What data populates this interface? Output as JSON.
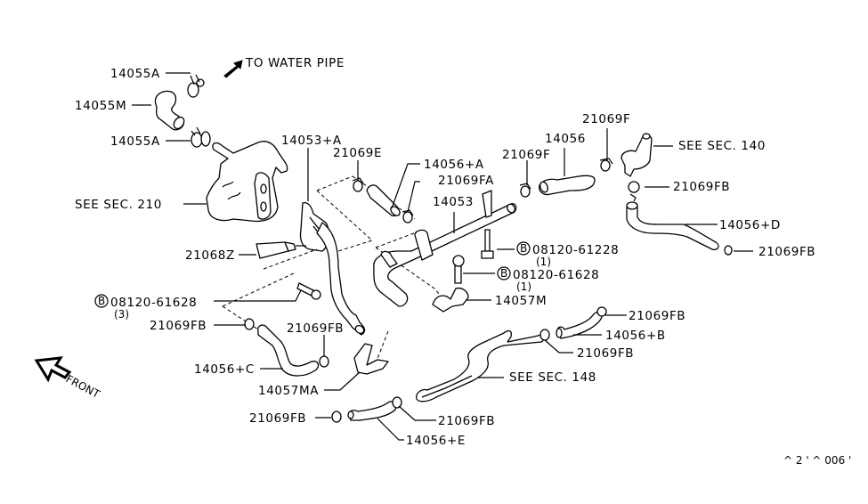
{
  "diagram": {
    "title": "Water hose & piping parts diagram",
    "direction_note": "TO WATER PIPE",
    "orientation_label": "FRONT",
    "figure_code": "^ 2 ' ^ 006 '",
    "callouts": [
      {
        "id": "c1",
        "text": "14055A"
      },
      {
        "id": "c2",
        "text": "14055M"
      },
      {
        "id": "c3",
        "text": "14055A"
      },
      {
        "id": "c4",
        "text": "14053+A"
      },
      {
        "id": "c5",
        "text": "21069E"
      },
      {
        "id": "c6",
        "text": "14056+A"
      },
      {
        "id": "c7",
        "text": "21069FA"
      },
      {
        "id": "c8",
        "text": "14053"
      },
      {
        "id": "c9",
        "text": "21069F"
      },
      {
        "id": "c10",
        "text": "14056"
      },
      {
        "id": "c11",
        "text": "21069F"
      },
      {
        "id": "c12",
        "text": "SEE SEC. 140"
      },
      {
        "id": "c13",
        "text": "21069FB"
      },
      {
        "id": "c14",
        "text": "14056+D"
      },
      {
        "id": "c15",
        "text": "21069FB"
      },
      {
        "id": "c16",
        "text": "SEE SEC. 210"
      },
      {
        "id": "c17",
        "text": "21068Z"
      },
      {
        "id": "c18",
        "text": "08120-61228",
        "bolt_marker": "B",
        "qty": "(1)"
      },
      {
        "id": "c19",
        "text": "08120-61628",
        "bolt_marker": "B",
        "qty": "(1)"
      },
      {
        "id": "c20",
        "text": "14057M"
      },
      {
        "id": "c21",
        "text": "08120-61628",
        "bolt_marker": "B",
        "qty": "(3)"
      },
      {
        "id": "c22",
        "text": "21069FB"
      },
      {
        "id": "c23",
        "text": "21069FB"
      },
      {
        "id": "c24",
        "text": "14056+C"
      },
      {
        "id": "c25",
        "text": "14057MA"
      },
      {
        "id": "c26",
        "text": "21069FB"
      },
      {
        "id": "c27",
        "text": "14056+B"
      },
      {
        "id": "c28",
        "text": "21069FB"
      },
      {
        "id": "c29",
        "text": "SEE SEC. 148"
      },
      {
        "id": "c30",
        "text": "21069FB"
      },
      {
        "id": "c31",
        "text": "21069FB"
      },
      {
        "id": "c32",
        "text": "14056+E"
      }
    ]
  }
}
